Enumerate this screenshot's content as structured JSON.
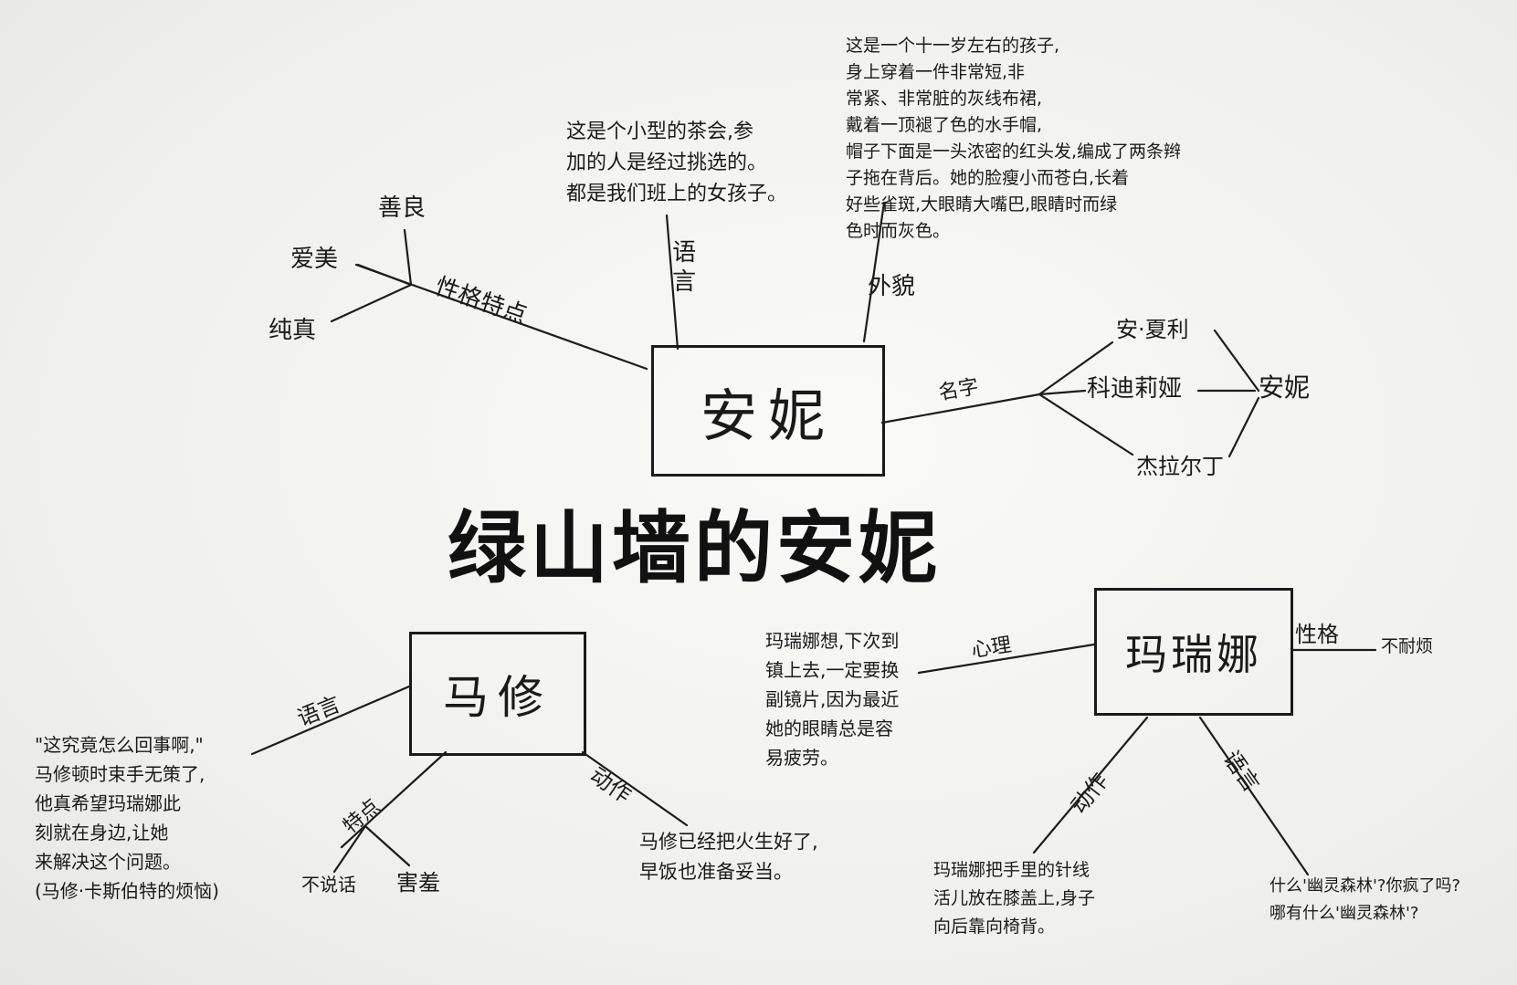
{
  "title": "绿山墙的安妮",
  "anne": {
    "name": "安妮",
    "branch_personality": "性格特点",
    "trait_kind": "善良",
    "trait_beauty": "爱美",
    "trait_innocent": "纯真",
    "branch_speech": "语言",
    "speech_text": "这是个小型的茶会,参\n加的人是经过挑选的。\n都是我们班上的女孩子。",
    "branch_appearance": "外貌",
    "appearance_text": "这是一个十一岁左右的孩子,\n身上穿着一件非常短,非\n常紧、非常脏的灰线布裙,\n戴着一顶褪了色的水手帽,\n帽子下面是一头浓密的红头发,编成了两条辫\n子拖在背后。她的脸瘦小而苍白,长着\n好些雀斑,大眼睛大嘴巴,眼睛时而绿\n色时而灰色。",
    "branch_name": "名字",
    "name_1": "安·夏利",
    "name_2": "科迪莉娅",
    "name_3": "杰拉尔丁",
    "name_result": "安妮"
  },
  "matthew": {
    "name": "马修",
    "branch_speech": "语言",
    "speech_text": "\"这究竟怎么回事啊,\"\n马修顿时束手无策了,\n他真希望玛瑞娜此\n刻就在身边,让她\n来解决这个问题。\n(马修·卡斯伯特的烦恼)",
    "branch_trait": "特点",
    "trait_1": "不说话",
    "trait_2": "害羞",
    "branch_action": "动作",
    "action_text": "马修已经把火生好了,\n早饭也准备妥当。"
  },
  "marilla": {
    "name": "玛瑞娜",
    "branch_psych": "心理",
    "psych_text": "玛瑞娜想,下次到\n镇上去,一定要换\n副镜片,因为最近\n她的眼睛总是容\n易疲劳。",
    "branch_personality": "性格",
    "personality_value": "不耐烦",
    "branch_action": "动作",
    "action_text": "玛瑞娜把手里的针线\n活儿放在膝盖上,身子\n向后靠向椅背。",
    "branch_speech": "语言",
    "speech_text": "什么'幽灵森林'?你疯了吗?\n哪有什么'幽灵森林'?"
  }
}
